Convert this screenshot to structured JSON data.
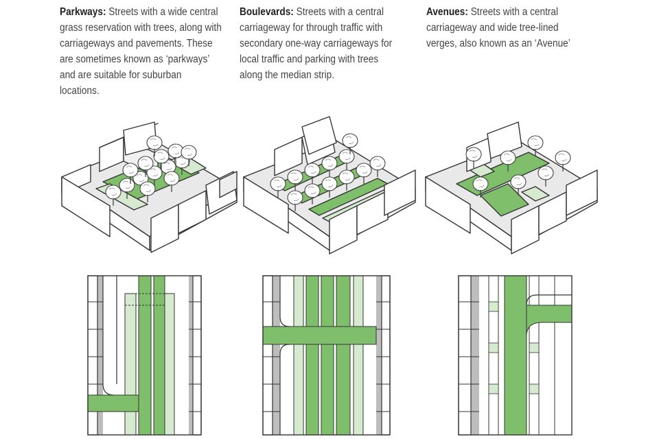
{
  "panels": [
    {
      "term": "Parkways:",
      "description": " Streets with a wide central grass reservation with trees, along with carriageways and pavements. These are sometimes known as ‘parkways’ and are suitable for suburban locations."
    },
    {
      "term": "Boulevards:",
      "description": " Streets with a central carriageway for through traffic with secondary one-way carriageways for local traffic and parking with trees along the median strip."
    },
    {
      "term": "Avenues:",
      "description": " Streets with a central carriageway and wide tree-lined verges, also known as an ‘Avenue’"
    }
  ],
  "colors": {
    "grass": "#7fbf6b",
    "light_grass": "#d6ead0",
    "building": "#ffffff",
    "shadow": "#c4c4c4",
    "ink": "#333333"
  }
}
